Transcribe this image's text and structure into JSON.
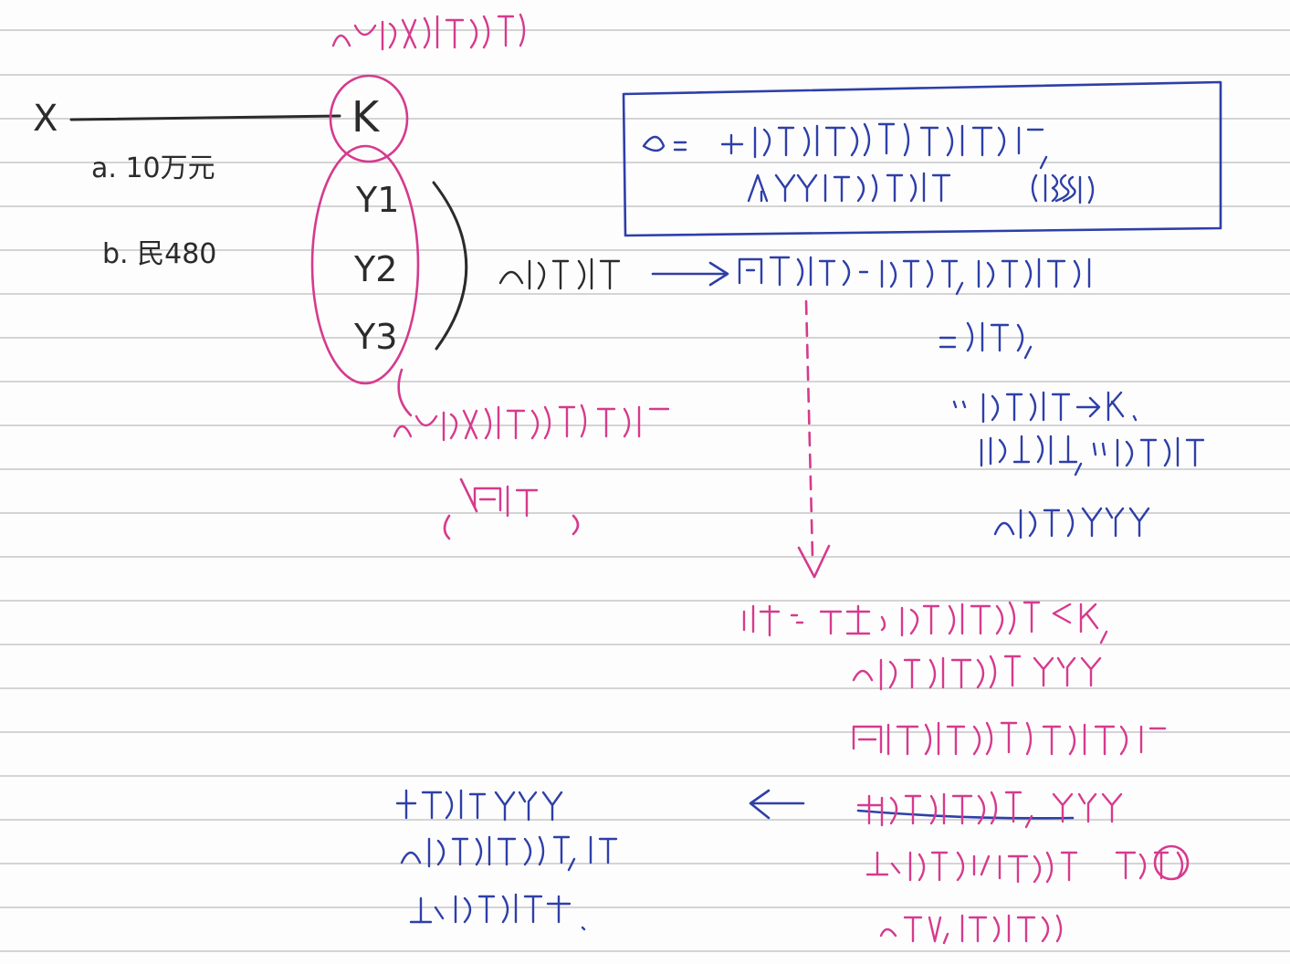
{
  "colors": {
    "paper": "#fdfdfd",
    "ruling": "#bdbdbd",
    "black_ink": "#2b2b2b",
    "blue_ink": "#2e3fa8",
    "pink_ink": "#d63a8e"
  },
  "diagram": {
    "creditor": "X",
    "debtor": "K",
    "partners": [
      "Y1",
      "Y2",
      "Y3"
    ],
    "claim_a": "a. 10万元",
    "claim_b": "b. 民480"
  }
}
